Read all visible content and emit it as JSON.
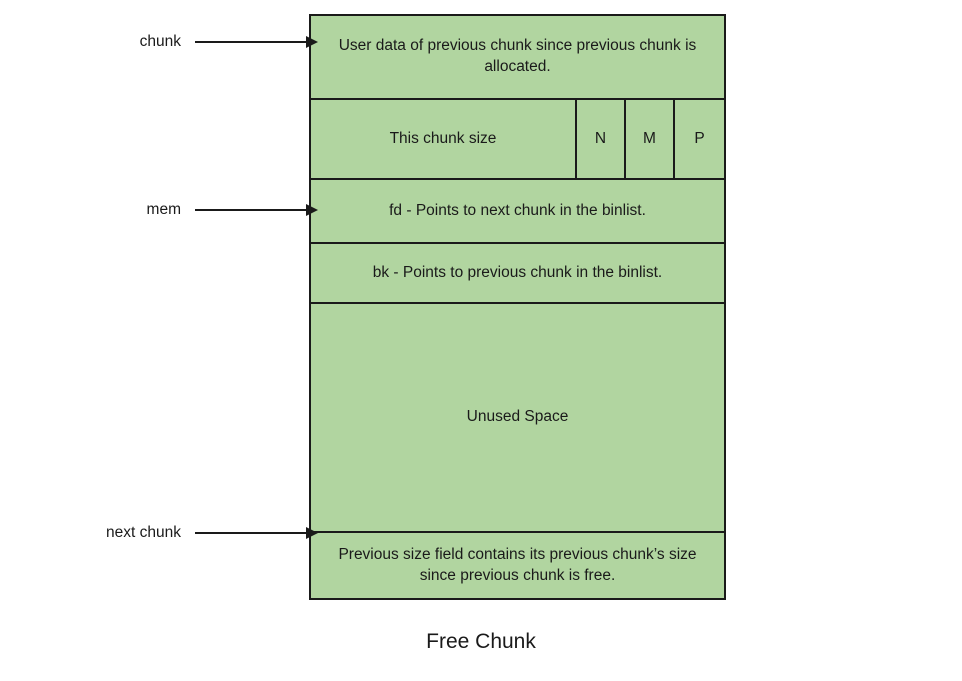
{
  "diagram": {
    "caption": "Free Chunk",
    "fill_color": "#b1d5a0",
    "border_color": "#1a1a1a",
    "rows": [
      {
        "id": "user-data",
        "text": "User data of previous chunk since previous chunk is allocated."
      },
      {
        "id": "chunk-size",
        "text": "This chunk size"
      },
      {
        "id": "fd",
        "text": "fd - Points to next chunk in the binlist."
      },
      {
        "id": "bk",
        "text": "bk - Points to previous chunk in the binlist."
      },
      {
        "id": "unused",
        "text": "Unused Space"
      },
      {
        "id": "prev-size",
        "text": "Previous size field contains its previous chunk’s size since previous chunk is free."
      }
    ],
    "flags": [
      {
        "id": "flag-n",
        "label": "N"
      },
      {
        "id": "flag-m",
        "label": "M"
      },
      {
        "id": "flag-p",
        "label": "P"
      }
    ],
    "annotations": [
      {
        "id": "chunk",
        "label": "chunk"
      },
      {
        "id": "mem",
        "label": "mem"
      },
      {
        "id": "next-chunk",
        "label": "next chunk"
      }
    ]
  }
}
